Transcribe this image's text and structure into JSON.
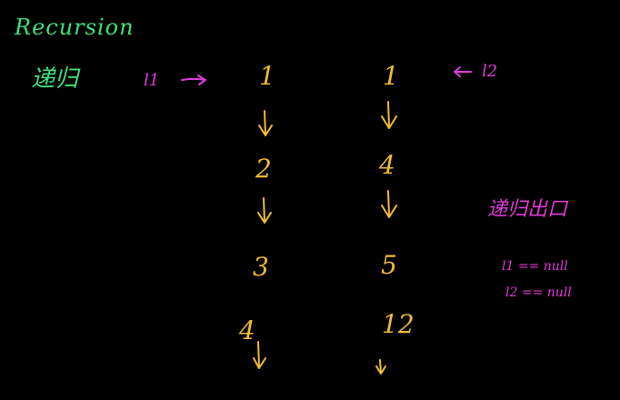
{
  "title": "Recursion",
  "subtitle": "递归",
  "list1": {
    "label": "l1",
    "nodes": [
      "1",
      "2",
      "3",
      "4"
    ]
  },
  "list2": {
    "label": "l2",
    "nodes": [
      "1",
      "4",
      "5",
      "12"
    ]
  },
  "result": {
    "label": "递归出口",
    "lines": [
      "l1 == null",
      "l2 == null"
    ]
  },
  "colors": {
    "background": "#000000",
    "green": "#3fe07a",
    "pink": "#e23ad9",
    "yellow": "#f2bb36"
  }
}
